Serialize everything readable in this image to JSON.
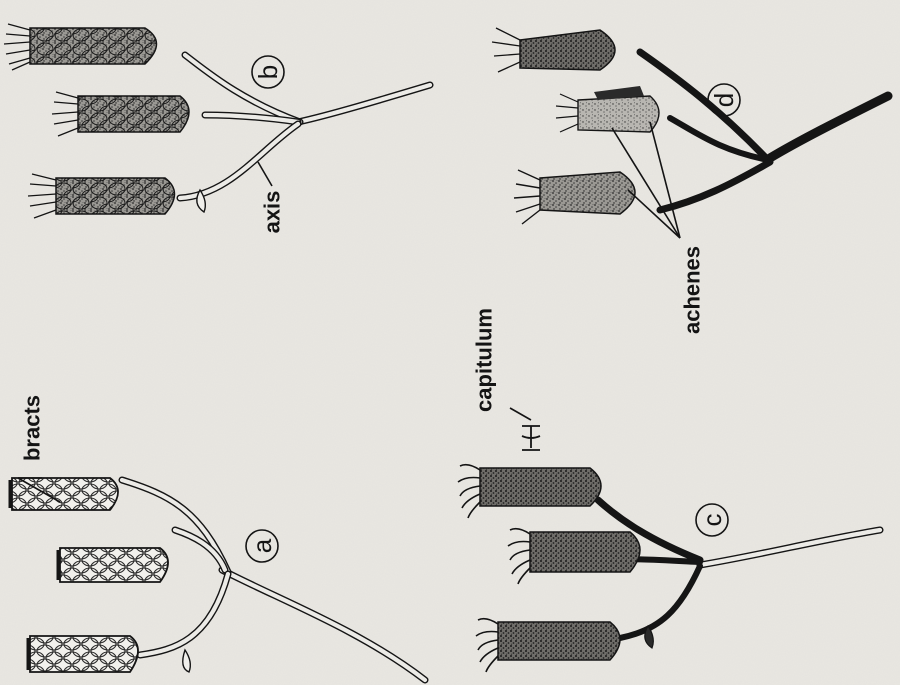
{
  "figure": {
    "rotation_deg": -90,
    "panels": [
      {
        "id": "a",
        "letter": "a",
        "style": "outline-bracts"
      },
      {
        "id": "b",
        "letter": "b",
        "style": "stippled"
      },
      {
        "id": "c",
        "letter": "c",
        "style": "stippled-dark"
      },
      {
        "id": "d",
        "letter": "d",
        "style": "open-achenes"
      }
    ],
    "labels": {
      "bracts": "bracts",
      "axis": "axis",
      "capitulum": "capitulum",
      "achenes": "achenes"
    },
    "colors": {
      "paper": "#e9e7e2",
      "ink": "#141414"
    }
  }
}
